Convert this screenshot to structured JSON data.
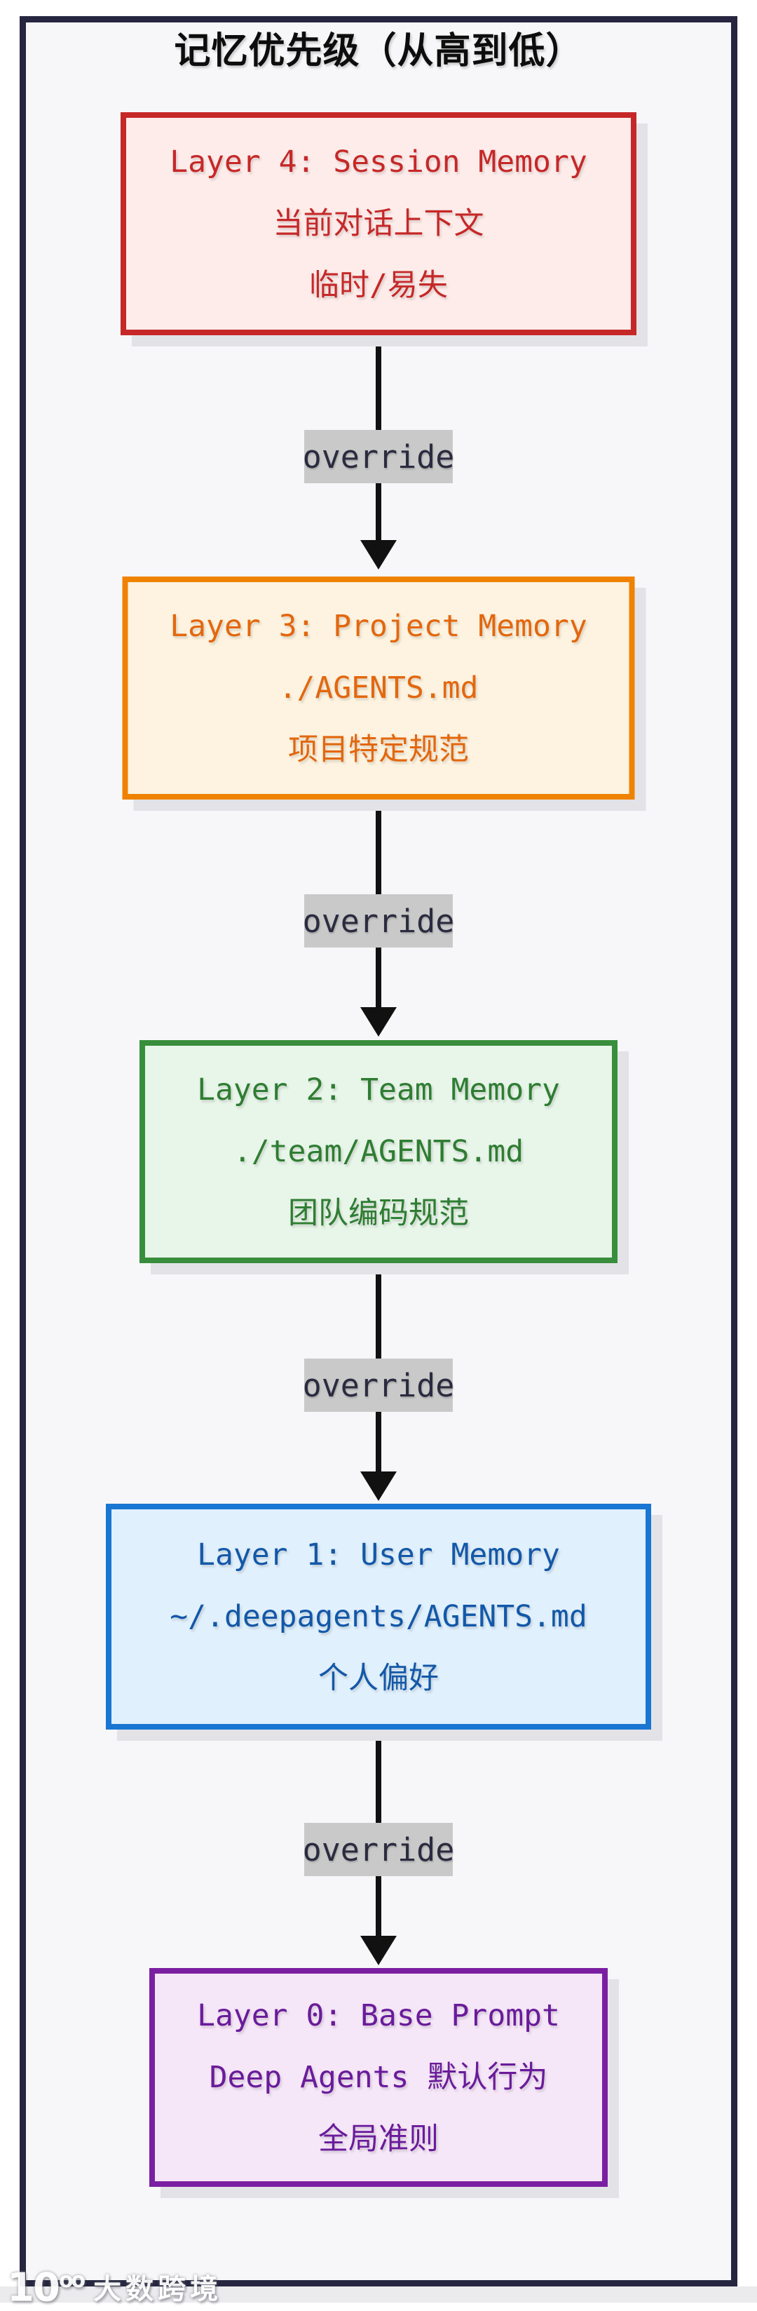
{
  "page": {
    "title": "记忆优先级（从高到低）"
  },
  "diagram": {
    "direction": "top-to-bottom",
    "edge_label": "override",
    "arrow_color": "#111111",
    "frame_border_color": "#262640",
    "canvas_background": "#f7f7f9",
    "edge_label_background": "#c9c9c9",
    "edge_label_text_color": "#2b2b40",
    "layers": [
      {
        "name": "layer-4-session-memory",
        "lines": [
          "Layer 4: Session Memory",
          "当前对话上下文",
          "临时/易失"
        ],
        "colors": {
          "border": "#c62828",
          "background": "#fdecea",
          "text": "#c62828"
        }
      },
      {
        "name": "layer-3-project-memory",
        "lines": [
          "Layer 3: Project Memory",
          "./AGENTS.md",
          "项目特定规范"
        ],
        "colors": {
          "border": "#ef8200",
          "background": "#fdf3e0",
          "text": "#e3670e"
        }
      },
      {
        "name": "layer-2-team-memory",
        "lines": [
          "Layer 2: Team Memory",
          "./team/AGENTS.md",
          "团队编码规范"
        ],
        "colors": {
          "border": "#388e3c",
          "background": "#e8f5e9",
          "text": "#2e7d32"
        }
      },
      {
        "name": "layer-1-user-memory",
        "lines": [
          "Layer 1: User Memory",
          "~/.deepagents/AGENTS.md",
          "个人偏好"
        ],
        "colors": {
          "border": "#1976d2",
          "background": "#e0f0fc",
          "text": "#1358a8"
        }
      },
      {
        "name": "layer-0-base-prompt",
        "lines": [
          "Layer 0: Base Prompt",
          "Deep Agents 默认行为",
          "全局准则"
        ],
        "colors": {
          "border": "#7b1fa2",
          "background": "#f5e6f8",
          "text": "#6a1b9a"
        }
      }
    ]
  },
  "watermark": {
    "logo_text": "10",
    "logo_sup": "oo",
    "text": "大数跨境"
  }
}
